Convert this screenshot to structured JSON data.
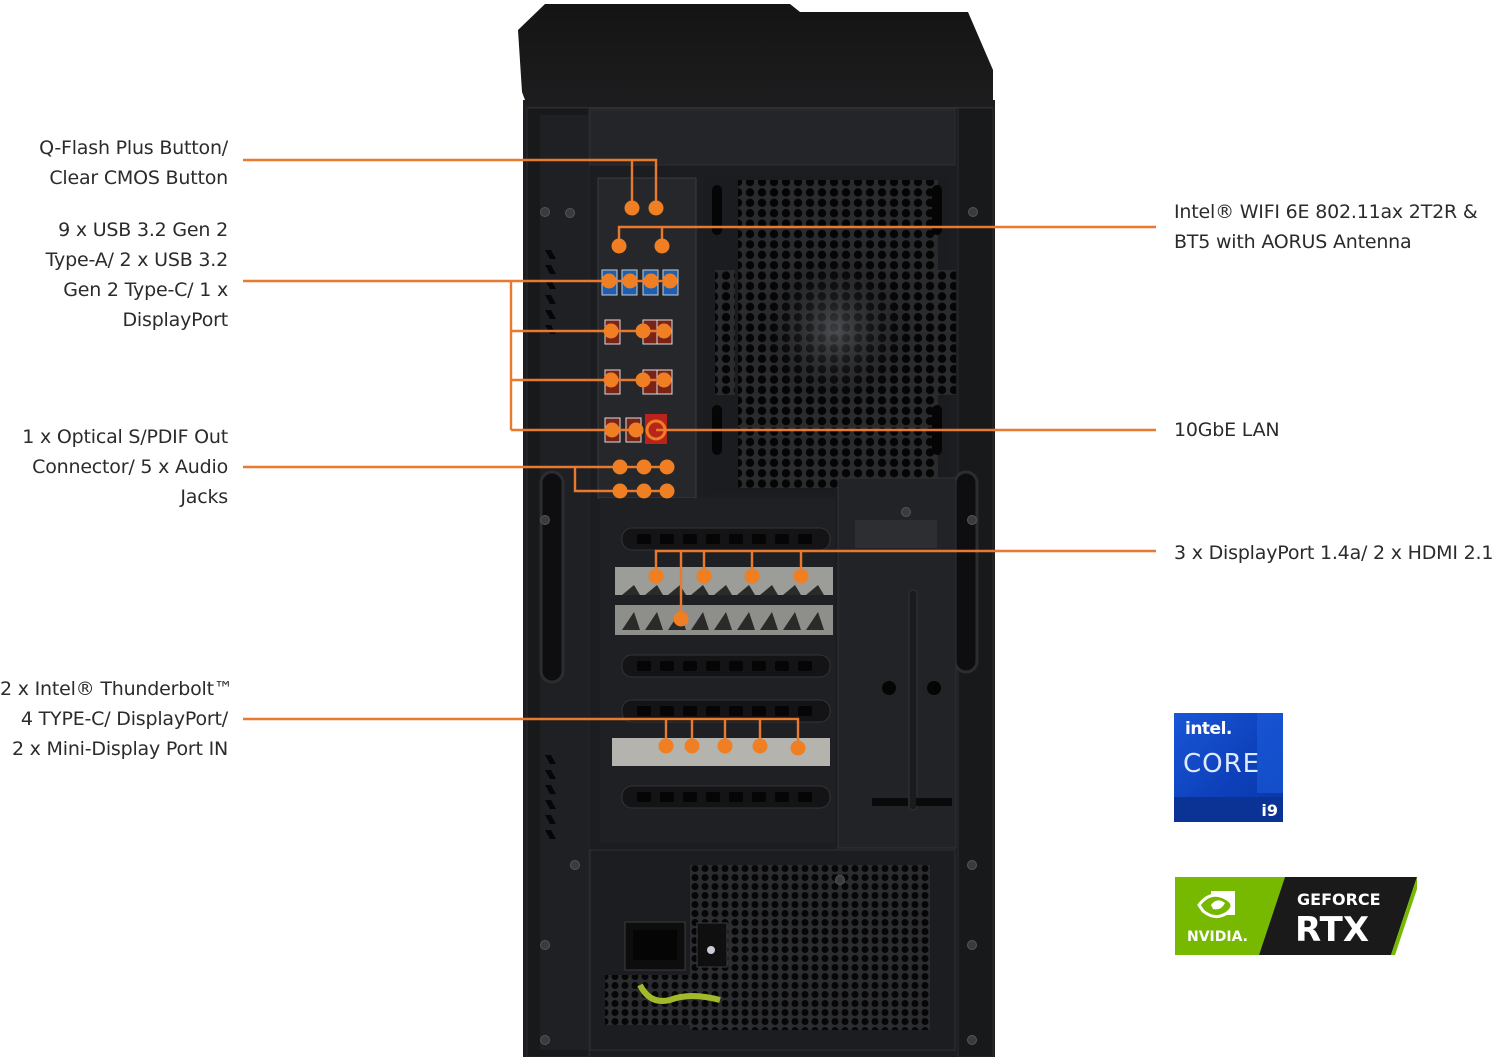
{
  "product": {
    "subject": "Gaming desktop PC tower, rear view",
    "accent_color": "#e8792f",
    "case_color": "#1e1f22"
  },
  "callouts": {
    "left": [
      {
        "id": "qflash",
        "lines": [
          "Q-Flash Plus Button/",
          "Clear CMOS Button"
        ]
      },
      {
        "id": "usb",
        "lines": [
          "9 x USB 3.2 Gen 2",
          "Type-A/ 2 x USB 3.2",
          "Gen 2 Type-C/ 1 x",
          "DisplayPort"
        ]
      },
      {
        "id": "audio",
        "lines": [
          "1 x Optical S/PDIF Out",
          "Connector/ 5 x Audio",
          "Jacks"
        ]
      },
      {
        "id": "thunderbolt",
        "lines": [
          "2 x Intel® Thunderbolt™",
          "4 TYPE-C/ DisplayPort/",
          "2 x Mini-Display Port IN"
        ]
      }
    ],
    "right": [
      {
        "id": "wifi",
        "lines": [
          "Intel® WIFI 6E 802.11ax 2T2R &",
          "BT5 with AORUS Antenna"
        ]
      },
      {
        "id": "lan",
        "lines": [
          "10GbE LAN"
        ]
      },
      {
        "id": "gpu",
        "lines": [
          "3 x DisplayPort 1.4a/ 2 x HDMI 2.1"
        ]
      }
    ]
  },
  "badges": {
    "intel": {
      "brand": "intel.",
      "line": "CORE",
      "tier": "i9",
      "color": "#0c3fb8"
    },
    "nvidia": {
      "brand": "NVIDIA.",
      "line1": "GEFORCE",
      "line2": "RTX",
      "color": "#76b900"
    }
  }
}
